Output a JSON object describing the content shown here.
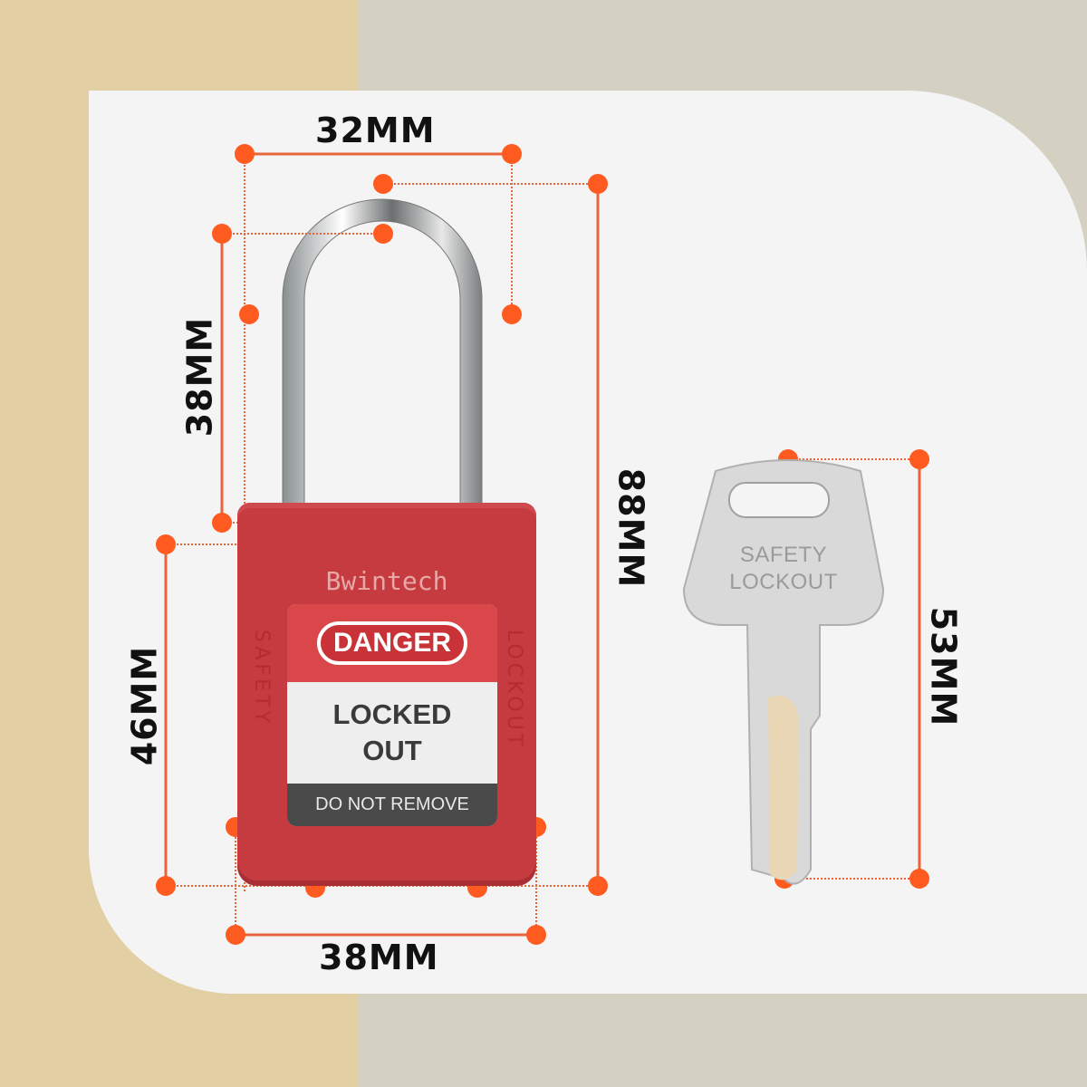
{
  "brand": "Bwintech",
  "colors": {
    "accent": "#ff5a1f",
    "lock_body": "#c53b40",
    "bg_left": "#e2cfa4",
    "bg_right": "#d4d0c2",
    "card": "#f4f4f4"
  },
  "dimensions": {
    "shackle_width": "32MM",
    "shackle_clearance": "38MM",
    "total_height": "88MM",
    "body_height": "46MM",
    "body_width": "38MM",
    "key_length": "53MM"
  },
  "lock": {
    "side_left": "SAFETY",
    "side_right": "LOCKOUT",
    "tag": {
      "header": "DANGER",
      "line1": "LOCKED",
      "line2": "OUT",
      "footer": "DO NOT REMOVE"
    }
  },
  "key": {
    "line1": "SAFETY",
    "line2": "LOCKOUT"
  }
}
